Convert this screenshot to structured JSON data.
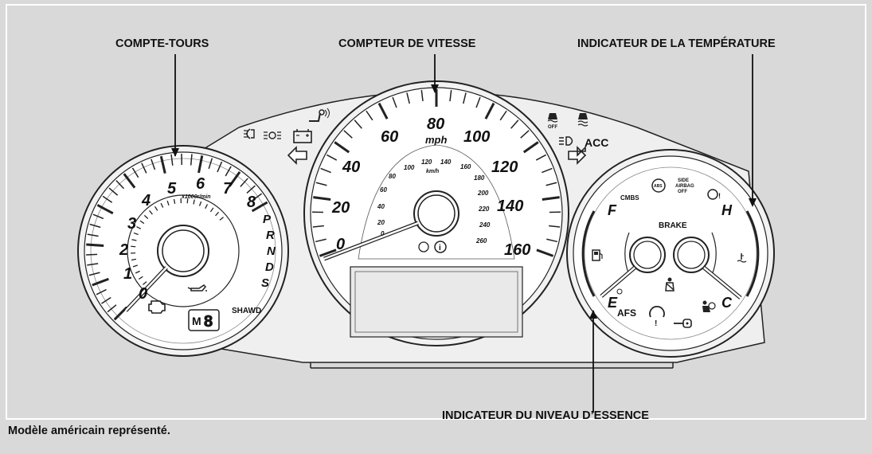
{
  "callouts": {
    "tachometer": "COMPTE-TOURS",
    "speedometer": "COMPTEUR DE VITESSE",
    "temperature": "INDICATEUR DE LA TEMPÉRATURE",
    "fuel": "INDICATEUR DU NIVEAU D’ESSENCE"
  },
  "note": "Modèle américain représenté.",
  "tachometer": {
    "numbers": [
      "0",
      "1",
      "2",
      "3",
      "4",
      "5",
      "6",
      "7",
      "8"
    ],
    "unit": "x1000r/min",
    "gears": [
      "P",
      "R",
      "N",
      "D",
      "S"
    ],
    "gear_display_prefix": "M",
    "gear_display_value": "8",
    "drive_label": "SHAWD"
  },
  "speedometer": {
    "mph_numbers": [
      "0",
      "20",
      "40",
      "60",
      "80",
      "100",
      "120",
      "140",
      "160"
    ],
    "mph_unit": "mph",
    "kmh_numbers": [
      "0",
      "20",
      "40",
      "60",
      "80",
      "100",
      "120",
      "140",
      "160",
      "180",
      "200",
      "220",
      "240",
      "260"
    ],
    "kmh_unit": "km/h"
  },
  "right_gauge": {
    "fuel_full": "F",
    "fuel_empty": "E",
    "temp_hot": "H",
    "temp_cold": "C",
    "brake_label": "BRAKE",
    "cmbs_label": "CMBS",
    "afs_label": "AFS",
    "abs_label": "ABS",
    "side_airbag_lines": [
      "SIDE",
      "AIRBAG",
      "OFF"
    ]
  },
  "indicators": {
    "acc_label": "ACC",
    "vsa_off_label": "OFF"
  },
  "icons": [
    "fog-light-icon",
    "parking-light-icon",
    "battery-icon",
    "wrench-icon",
    "vsa-icon",
    "vsa-off-icon",
    "headlight-icon",
    "turn-left-icon",
    "turn-right-icon",
    "oil-icon",
    "engine-icon",
    "fuel-pump-icon",
    "coolant-icon",
    "seatbelt-icon",
    "tpms-icon",
    "key-icon",
    "passenger-airbag-icon",
    "info-icon",
    "tpms-warning-icon"
  ]
}
